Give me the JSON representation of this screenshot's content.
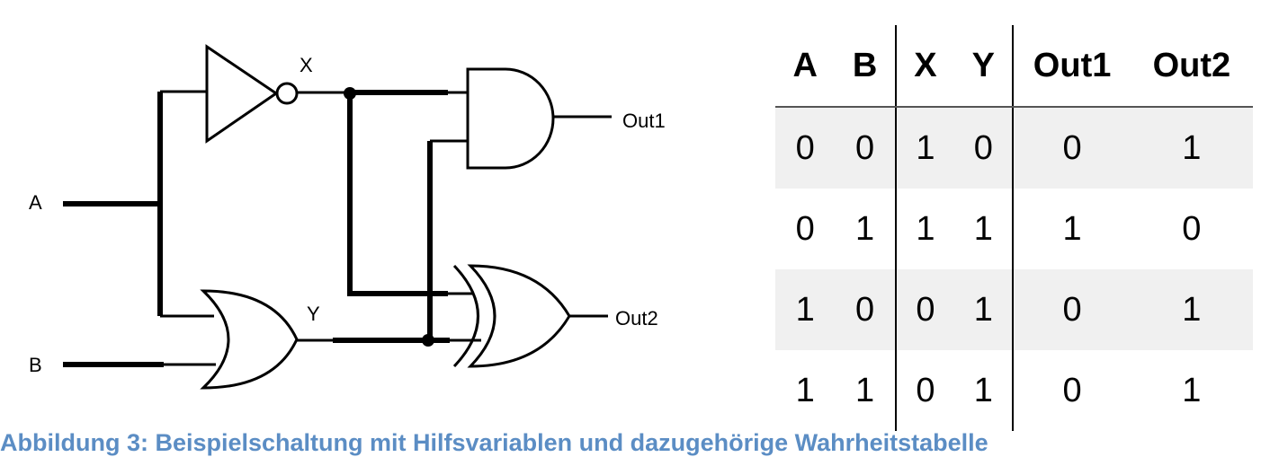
{
  "circuit": {
    "input_a": "A",
    "input_b": "B",
    "var_x": "X",
    "var_y": "Y",
    "output_1": "Out1",
    "output_2": "Out2"
  },
  "truth_table": {
    "headers": [
      "A",
      "B",
      "X",
      "Y",
      "Out1",
      "Out2"
    ],
    "rows": [
      [
        "0",
        "0",
        "1",
        "0",
        "0",
        "1"
      ],
      [
        "0",
        "1",
        "1",
        "1",
        "1",
        "0"
      ],
      [
        "1",
        "0",
        "0",
        "1",
        "0",
        "1"
      ],
      [
        "1",
        "1",
        "0",
        "1",
        "0",
        "1"
      ]
    ]
  },
  "caption": "Abbildung 3: Beispielschaltung mit Hilfsvariablen und dazugehörige Wahrheitstabelle",
  "colors": {
    "caption": "#5b8dc4",
    "row_stripe": "#f0f0f0",
    "line": "#000000"
  }
}
